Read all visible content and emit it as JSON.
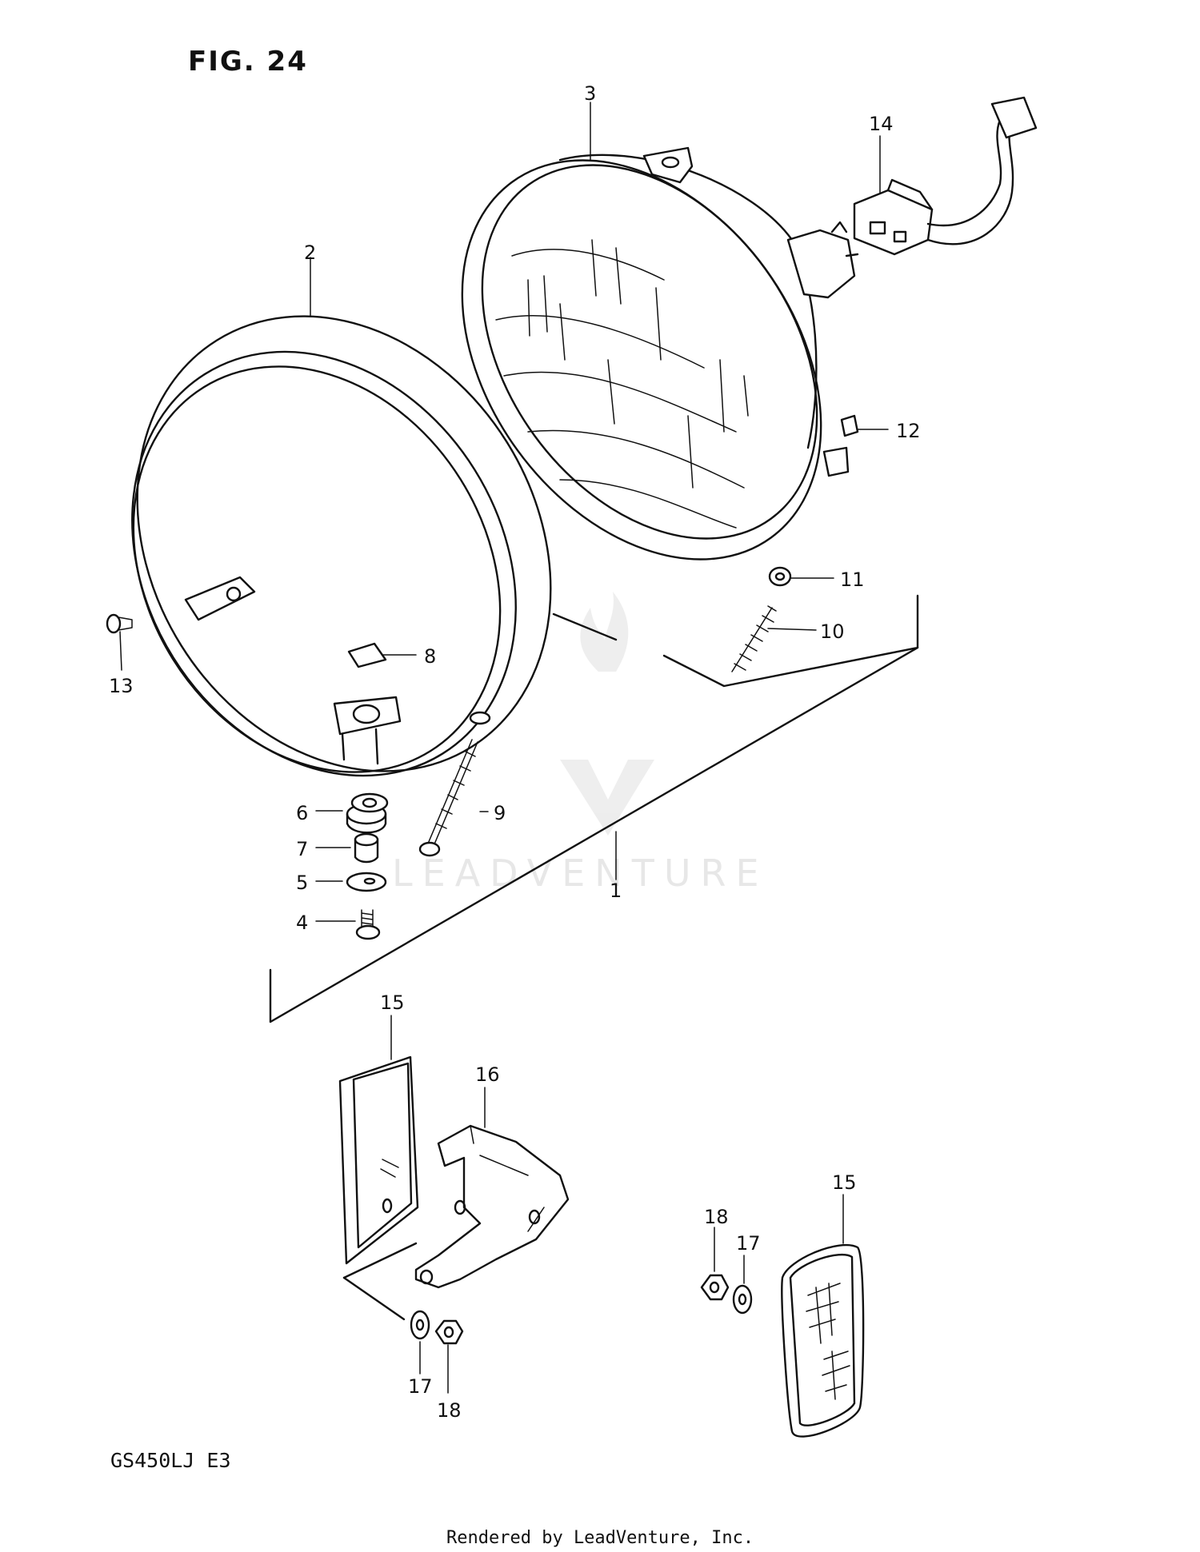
{
  "figure": {
    "label": "FIG. 24"
  },
  "model_code": "GS450LJ  E3",
  "footer": "Rendered by LeadVenture, Inc.",
  "watermark": "LEADVENTURE",
  "callouts": {
    "p1": "1",
    "p2": "2",
    "p3": "3",
    "p4": "4",
    "p5": "5",
    "p6": "6",
    "p7": "7",
    "p8": "8",
    "p9": "9",
    "p10": "10",
    "p11": "11",
    "p12": "12",
    "p13": "13",
    "p14": "14",
    "p15a": "15",
    "p15b": "15",
    "p16": "16",
    "p17a": "17",
    "p17b": "17",
    "p18a": "18",
    "p18b": "18"
  }
}
